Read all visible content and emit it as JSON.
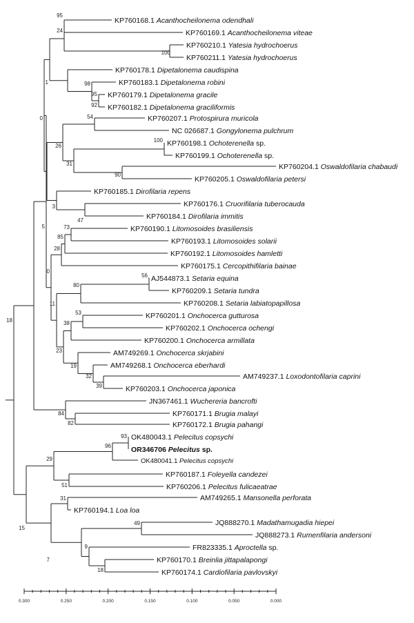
{
  "taxa": [
    {
      "acc": "KP760168.1",
      "genus": "Acanthocheilonema",
      "sp": "odendhali"
    },
    {
      "acc": "KP760169.1",
      "genus": "Acanthocheilonema",
      "sp": "viteae"
    },
    {
      "acc": "KP760210.1",
      "genus": "Yatesia",
      "sp": "hydrochoerus"
    },
    {
      "acc": "KP760211.1",
      "genus": "Yatesia",
      "sp": "hydrochoerus"
    },
    {
      "acc": "KP760178.1",
      "genus": "Dipetalonema",
      "sp": "caudispina"
    },
    {
      "acc": "KP760183.1",
      "genus": "Dipetalonema",
      "sp": "robini"
    },
    {
      "acc": "KP760179.1",
      "genus": "Dipetalonema",
      "sp": "gracile"
    },
    {
      "acc": "KP760182.1",
      "genus": "Dipetalonema",
      "sp": "graciliformis"
    },
    {
      "acc": "KP760207.1",
      "genus": "Protospirura",
      "sp": "muricola"
    },
    {
      "acc": "NC 026687.1",
      "genus": "Gongylonema",
      "sp": "pulchrum"
    },
    {
      "acc": "KP760198.1",
      "genus": "Ochoterenella",
      "sp": "",
      "suffix": "sp."
    },
    {
      "acc": "KP760199.1",
      "genus": "Ochoterenella",
      "sp": "",
      "suffix": "sp."
    },
    {
      "acc": "KP760204.1",
      "genus": "Oswaldofilaria",
      "sp": "chabaudi"
    },
    {
      "acc": "KP760205.1",
      "genus": "Oswaldofilaria",
      "sp": "petersi"
    },
    {
      "acc": "KP760185.1",
      "genus": "Dirofilaria",
      "sp": "repens"
    },
    {
      "acc": "KP760176.1",
      "genus": "Cruorifilaria",
      "sp": "tuberocauda"
    },
    {
      "acc": "KP760184.1",
      "genus": "Dirofilaria",
      "sp": "immitis"
    },
    {
      "acc": "KP760190.1",
      "genus": "Litomosoides",
      "sp": "brasiliensis"
    },
    {
      "acc": "KP760193.1",
      "genus": "Litomosoides",
      "sp": "solarii"
    },
    {
      "acc": "KP760192.1",
      "genus": "Litomosoides",
      "sp": "hamletti"
    },
    {
      "acc": "KP760175.1",
      "genus": "Cercopithifilaria",
      "sp": "bainae"
    },
    {
      "acc": "AJ544873.1",
      "genus": "Setaria",
      "sp": "equina"
    },
    {
      "acc": "KP760209.1",
      "genus": "Setaria",
      "sp": "tundra"
    },
    {
      "acc": "KP760208.1",
      "genus": "Setaria",
      "sp": "labiatopapillosa"
    },
    {
      "acc": "KP760201.1",
      "genus": "Onchocerca",
      "sp": "gutturosa"
    },
    {
      "acc": "KP760202.1",
      "genus": "Onchocerca",
      "sp": "ochengi"
    },
    {
      "acc": "KP760200.1",
      "genus": "Onchocerca",
      "sp": "armillata"
    },
    {
      "acc": "AM749269.1",
      "genus": "Onchocerca",
      "sp": "skrjabini"
    },
    {
      "acc": "AM749268.1",
      "genus": "Onchocerca",
      "sp": "eberhardi"
    },
    {
      "acc": "AM749237.1",
      "genus": "Loxodontofilaria",
      "sp": "caprini"
    },
    {
      "acc": "KP760203.1",
      "genus": "Onchocerca",
      "sp": "japonica"
    },
    {
      "acc": "JN367461.1",
      "genus": "Wuchereria",
      "sp": "bancrofti"
    },
    {
      "acc": "KP760171.1",
      "genus": "Brugia",
      "sp": "malayi"
    },
    {
      "acc": "KP760172.1",
      "genus": "Brugia",
      "sp": "pahangi"
    },
    {
      "acc": "OK480043.1",
      "genus": "Pelecitus",
      "sp": "copsychi"
    },
    {
      "acc": "OR346706",
      "genus": "Pelecitus",
      "sp": "",
      "suffix": "sp.",
      "bold": true
    },
    {
      "acc": "OK480041.1",
      "genus": "Pelecitus",
      "sp": "copsychi",
      "small": true
    },
    {
      "acc": "KP760187.1",
      "genus": "Foleyella",
      "sp": "candezei"
    },
    {
      "acc": "KP760206.1",
      "genus": "Pelecitus",
      "sp": "fulicaeatrae"
    },
    {
      "acc": "AM749265.1",
      "genus": "Mansonella",
      "sp": "perforata"
    },
    {
      "acc": "KP760194.1",
      "genus": "Loa",
      "sp": "loa"
    },
    {
      "acc": "JQ888270.1",
      "genus": "Madathamugadia",
      "sp": "hiepei"
    },
    {
      "acc": "JQ888273.1",
      "genus": "Rumenfilaria",
      "sp": "andersoni"
    },
    {
      "acc": "FR823335.1",
      "genus": "Aproctella",
      "sp": "",
      "suffix": "sp."
    },
    {
      "acc": "KP760170.1",
      "genus": "Breinlia",
      "sp": "jittapalapongi"
    },
    {
      "acc": "KP760174.1",
      "genus": "Cardiofilaria",
      "sp": "pavlovskyi"
    }
  ],
  "bootstrap": [
    "95",
    "24",
    "100",
    "1",
    "98",
    "95",
    "92",
    "0",
    "54",
    "26",
    "100",
    "31",
    "90",
    "3",
    "47",
    "5",
    "73",
    "85",
    "28",
    "0",
    "56",
    "80",
    "11",
    "53",
    "38",
    "23",
    "19",
    "32",
    "39",
    "18",
    "84",
    "82",
    "93",
    "96",
    "29",
    "51",
    "31",
    "15",
    "49",
    "9",
    "7",
    "18"
  ],
  "scale_ticks": [
    "0.300",
    "0.250",
    "0.200",
    "0.150",
    "0.100",
    "0.050",
    "0.000"
  ]
}
